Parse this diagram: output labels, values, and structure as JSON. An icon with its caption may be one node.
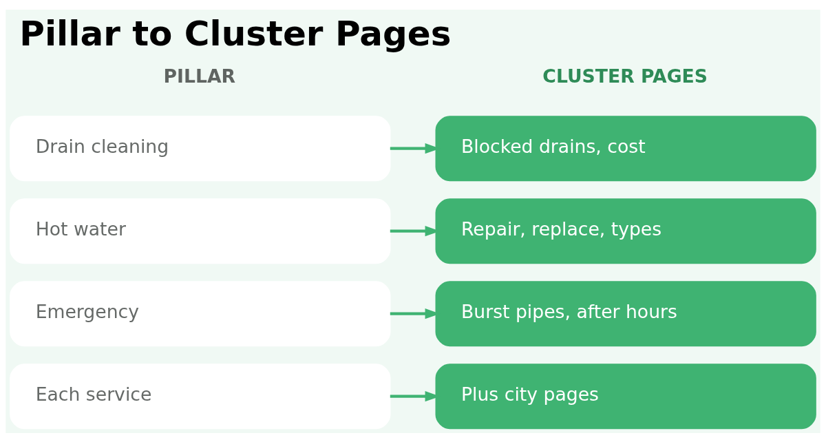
{
  "diagram": {
    "title": "Pillar to Cluster Pages",
    "nodes": [
      {
        "text": [
          "Drain cleaning"
        ]
      },
      {
        "text": [
          "Blocked drains, cost"
        ]
      },
      {
        "text": [
          "Hot water"
        ]
      },
      {
        "text": [
          "Repair, replace, types"
        ]
      },
      {
        "text": [
          "Emergency"
        ]
      },
      {
        "text": [
          "Burst pipes, after hours"
        ]
      },
      {
        "text": [
          "Each service"
        ]
      },
      {
        "text": [
          "Plus city pages"
        ]
      }
    ],
    "edges": [
      {
        "from": 0,
        "to": 1,
        "arrow": "to"
      },
      {
        "from": 2,
        "to": 3,
        "arrow": "to"
      },
      {
        "from": 4,
        "to": 5,
        "arrow": "to"
      },
      {
        "from": 6,
        "to": 7,
        "arrow": "to"
      }
    ],
    "labels": [
      "PILLAR",
      "CLUSTER PAGES"
    ]
  }
}
